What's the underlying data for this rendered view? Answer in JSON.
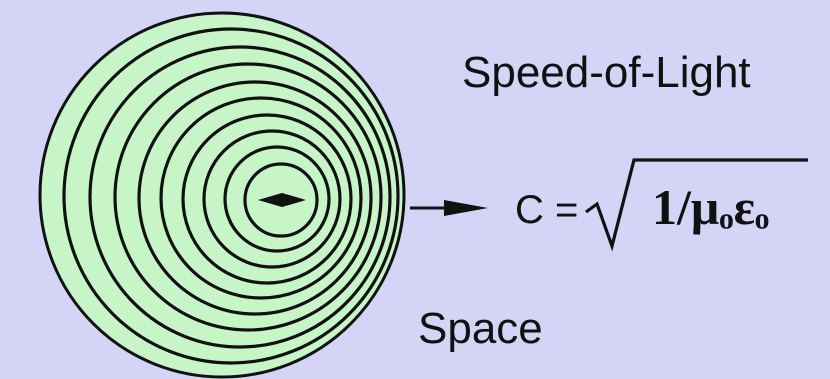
{
  "diagram": {
    "title": "Speed-of-Light",
    "medium_label": "Space",
    "formula": {
      "lhs": "C =",
      "rhs": "1/μₒεₒ"
    },
    "colors": {
      "background": "#d4d4f7",
      "wave_fill": "#c8f5c8",
      "stroke": "#111111"
    }
  }
}
